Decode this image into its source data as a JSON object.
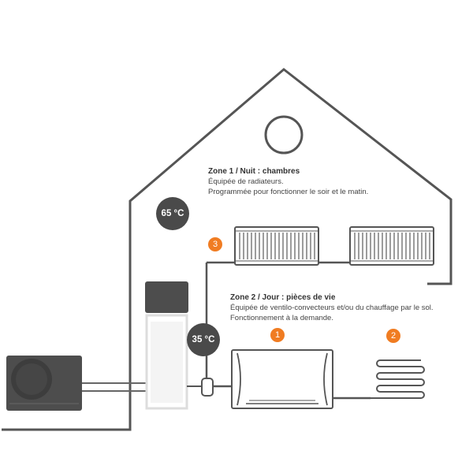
{
  "zone1": {
    "title": "Zone 1 / Nuit : chambres",
    "line1": "Équipée de radiateurs.",
    "line2": "Programmée pour fonctionner le soir et le matin."
  },
  "zone2": {
    "title": "Zone 2 / Jour : pièces de vie",
    "line1": "Équipée de ventilo-convecteurs et/ou du chauffage par le sol.",
    "line2": "Fonctionnement à la demande."
  },
  "temps": {
    "high": "65 °C",
    "low": "35 °C"
  },
  "markers": {
    "one": "1",
    "two": "2",
    "three": "3"
  },
  "colors": {
    "line": "#555555",
    "accent": "#f07c22",
    "dark": "#4a4a4a",
    "light": "#bbbbbb"
  }
}
